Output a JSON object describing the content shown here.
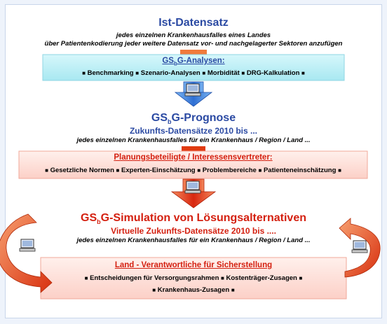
{
  "colors": {
    "blue_title": "#2b4aa3",
    "red_title": "#d42010",
    "cyan_box": "#bff0f6",
    "pink_box": "#fde1dc",
    "blue_arrow": "#3a7fdc",
    "red_arrow": "#e23c16"
  },
  "section1": {
    "title": "Ist-Datensatz",
    "line1": "jedes einzelnen Krankenhausfalles eines Landes",
    "line2": "über Patientenkodierung jeder weitere Datensatz vor- und nachgelagerter Sektoren anzufügen"
  },
  "analysen_box": {
    "head_pre": "GS",
    "head_sub": "b",
    "head_post": "G-Analysen:",
    "items": [
      "Benchmarking",
      "Szenario-Analysen",
      "Morbidität",
      "DRG-Kalkulation"
    ]
  },
  "prognose": {
    "title_pre": "GS",
    "title_sub": "b",
    "title_post": "G-Prognose",
    "subtitle": "Zukunfts-Datensätze 2010 bis ...",
    "line": "jedes einzelnen Krankenhausfalles für ein Krankenhaus / Region / Land ..."
  },
  "planung_box": {
    "head": "Planungsbeteiligte / Interessensvertreter:",
    "items": [
      "Gesetzliche Normen",
      "Experten-Einschätzung",
      "Problembereiche",
      "Patienteneinschätzung"
    ]
  },
  "simulation": {
    "title_pre": "GS",
    "title_sub": "b",
    "title_post": "G-Simulation von Lösungsalternativen",
    "subtitle": "Virtuelle Zukunfts-Datensätze 2010 bis ....",
    "line": "jedes einzelnen Krankenhausfalles für ein Krankenhaus / Region / Land ..."
  },
  "land_box": {
    "head": "Land - Verantwortliche für Sicherstellung",
    "items_row1": [
      "Entscheidungen für Versorgungsrahmen",
      "Kostenträger-Zusagen"
    ],
    "items_row2": [
      "Krankenhaus-Zusagen"
    ]
  },
  "icons": {
    "computer": "computer-icon",
    "arrow_down": "arrow-down-icon",
    "cycle_arrow": "cycle-arrow-icon"
  }
}
